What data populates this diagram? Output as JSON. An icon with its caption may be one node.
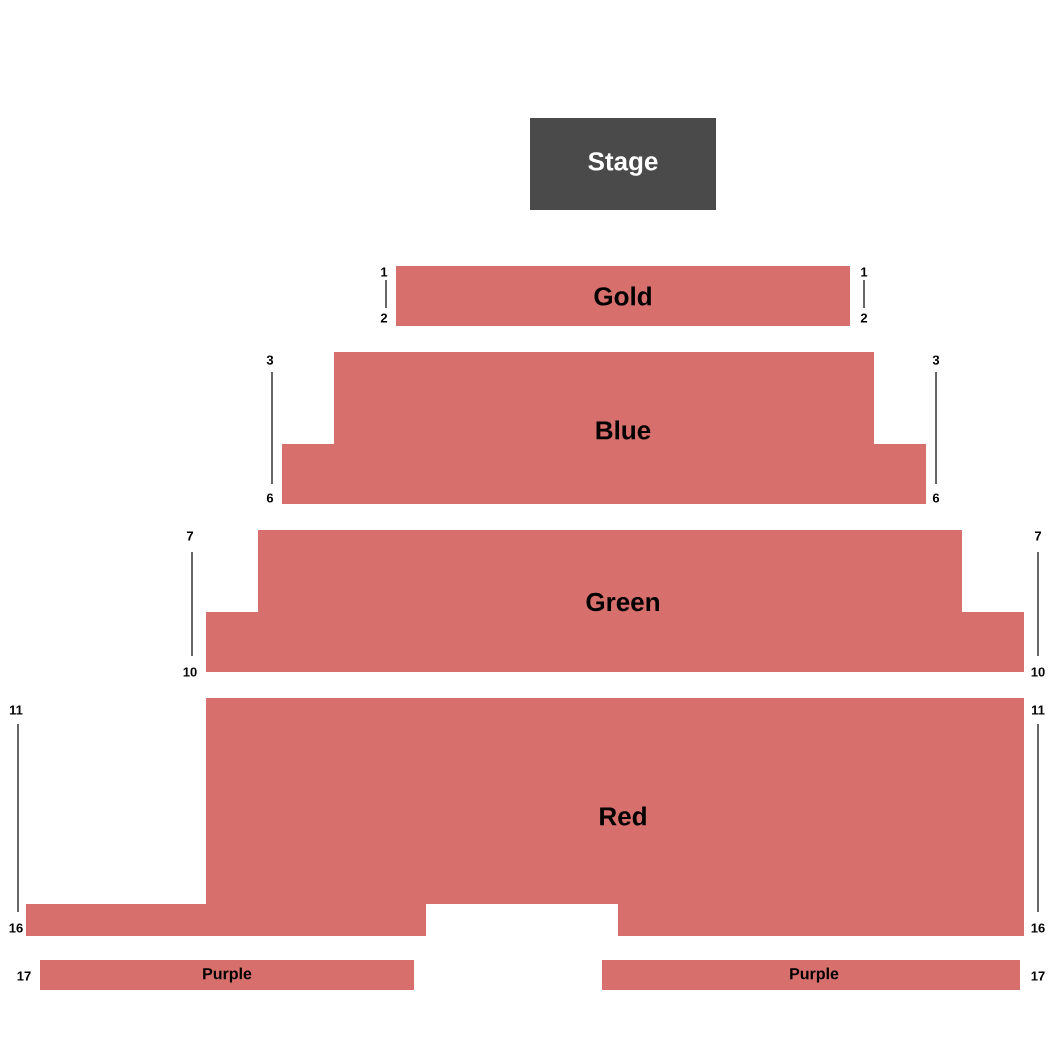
{
  "diagram": {
    "nodes": [
      {
        "text": [
          "Stage"
        ]
      },
      {
        "text": [
          "Gold"
        ]
      },
      {
        "text": [
          "Blue"
        ]
      },
      {
        "text": [
          "Green"
        ]
      },
      {
        "text": [
          "Red"
        ]
      },
      {
        "text": [
          "Purple"
        ]
      },
      {
        "text": [
          "Purple"
        ]
      }
    ],
    "labels": [
      "1",
      "1",
      "2",
      "2",
      "3",
      "3",
      "6",
      "6",
      "7",
      "7",
      "10",
      "10",
      "11",
      "11",
      "16",
      "16",
      "17",
      "17"
    ]
  }
}
